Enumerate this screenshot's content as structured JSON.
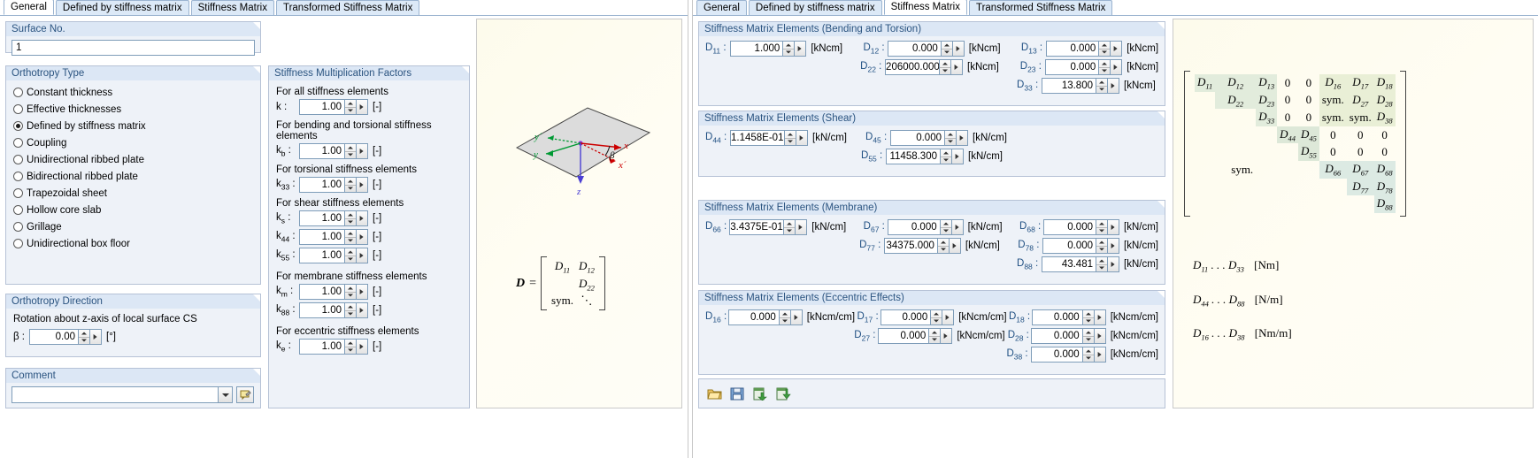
{
  "left": {
    "tabs": [
      {
        "label": "General",
        "active": true
      },
      {
        "label": "Defined by stiffness matrix",
        "active": false
      },
      {
        "label": "Stiffness Matrix",
        "active": false
      },
      {
        "label": "Transformed Stiffness Matrix",
        "active": false
      }
    ],
    "surface_no": {
      "title": "Surface No.",
      "value": "1"
    },
    "orthotropy_type": {
      "title": "Orthotropy Type",
      "options": [
        {
          "label": "Constant thickness",
          "selected": false
        },
        {
          "label": "Effective thicknesses",
          "selected": false
        },
        {
          "label": "Defined by stiffness matrix",
          "selected": true
        },
        {
          "label": "Coupling",
          "selected": false
        },
        {
          "label": "Unidirectional ribbed plate",
          "selected": false
        },
        {
          "label": "Bidirectional ribbed plate",
          "selected": false
        },
        {
          "label": "Trapezoidal sheet",
          "selected": false
        },
        {
          "label": "Hollow core slab",
          "selected": false
        },
        {
          "label": "Grillage",
          "selected": false
        },
        {
          "label": "Unidirectional box floor",
          "selected": false
        }
      ]
    },
    "orthotropy_direction": {
      "title": "Orthotropy Direction",
      "description": "Rotation about z-axis of local surface CS",
      "beta_label": "β :",
      "beta_value": "0.00",
      "beta_unit": "[°]"
    },
    "comment": {
      "title": "Comment",
      "value": "",
      "button_icon": "comment-picker-icon"
    },
    "factors": {
      "title": "Stiffness Multiplication Factors",
      "groups": [
        {
          "caption": "For all stiffness elements",
          "rows": [
            {
              "label": "k :",
              "sub": "",
              "value": "1.00",
              "unit": "[-]"
            }
          ]
        },
        {
          "caption": "For bending and torsional stiffness elements",
          "rows": [
            {
              "label": "k",
              "sub": "b",
              "value": "1.00",
              "unit": "[-]"
            }
          ]
        },
        {
          "caption": "For torsional stiffness elements",
          "rows": [
            {
              "label": "k",
              "sub": "33",
              "value": "1.00",
              "unit": "[-]"
            }
          ]
        },
        {
          "caption": "For shear stiffness elements",
          "rows": [
            {
              "label": "k",
              "sub": "s",
              "value": "1.00",
              "unit": "[-]"
            },
            {
              "label": "k",
              "sub": "44",
              "value": "1.00",
              "unit": "[-]"
            },
            {
              "label": "k",
              "sub": "55",
              "value": "1.00",
              "unit": "[-]"
            }
          ]
        },
        {
          "caption": "For membrane stiffness elements",
          "rows": [
            {
              "label": "k",
              "sub": "m",
              "value": "1.00",
              "unit": "[-]"
            },
            {
              "label": "k",
              "sub": "88",
              "value": "1.00",
              "unit": "[-]"
            }
          ]
        },
        {
          "caption": "For eccentric stiffness elements",
          "rows": [
            {
              "label": "k",
              "sub": "e",
              "value": "1.00",
              "unit": "[-]"
            }
          ]
        }
      ]
    },
    "graphic": {
      "axis_labels": {
        "y_prime": "y´",
        "y": "y",
        "x": "x",
        "x_prime": "x´",
        "z": "z",
        "beta": "β"
      },
      "formula_d": "D",
      "formula_equals": "=",
      "matrix_cells": [
        [
          "D11",
          "D12"
        ],
        [
          "",
          "D22"
        ],
        [
          "sym.",
          "⋱"
        ]
      ]
    }
  },
  "right": {
    "tabs": [
      {
        "label": "General",
        "active": false
      },
      {
        "label": "Defined by stiffness matrix",
        "active": false
      },
      {
        "label": "Stiffness Matrix",
        "active": true
      },
      {
        "label": "Transformed Stiffness Matrix",
        "active": false
      }
    ],
    "sections": [
      {
        "title": "Stiffness Matrix Elements (Bending and Torsion)",
        "fields": [
          {
            "label": "D",
            "sub": "11",
            "value": "1.000",
            "unit": "[kNcm]",
            "col": 0,
            "row": 0
          },
          {
            "label": "D",
            "sub": "12",
            "value": "0.000",
            "unit": "[kNcm]",
            "col": 1,
            "row": 0
          },
          {
            "label": "D",
            "sub": "13",
            "value": "0.000",
            "unit": "[kNcm]",
            "col": 2,
            "row": 0
          },
          {
            "label": "D",
            "sub": "22",
            "value": "206000.000",
            "unit": "[kNcm]",
            "col": 1,
            "row": 1
          },
          {
            "label": "D",
            "sub": "23",
            "value": "0.000",
            "unit": "[kNcm]",
            "col": 2,
            "row": 1
          },
          {
            "label": "D",
            "sub": "33",
            "value": "13.800",
            "unit": "[kNcm]",
            "col": 2,
            "row": 2
          }
        ]
      },
      {
        "title": "Stiffness Matrix Elements (Shear)",
        "fields": [
          {
            "label": "D",
            "sub": "44",
            "value": "1.1458E-01",
            "unit": "[kN/cm]",
            "col": 0,
            "row": 0
          },
          {
            "label": "D",
            "sub": "45",
            "value": "0.000",
            "unit": "[kN/cm]",
            "col": 1,
            "row": 0
          },
          {
            "label": "D",
            "sub": "55",
            "value": "11458.300",
            "unit": "[kN/cm]",
            "col": 1,
            "row": 1
          }
        ]
      },
      {
        "title": "Stiffness Matrix Elements (Membrane)",
        "fields": [
          {
            "label": "D",
            "sub": "66",
            "value": "3.4375E-01",
            "unit": "[kN/cm]",
            "col": 0,
            "row": 0
          },
          {
            "label": "D",
            "sub": "67",
            "value": "0.000",
            "unit": "[kN/cm]",
            "col": 1,
            "row": 0
          },
          {
            "label": "D",
            "sub": "68",
            "value": "0.000",
            "unit": "[kN/cm]",
            "col": 2,
            "row": 0
          },
          {
            "label": "D",
            "sub": "77",
            "value": "34375.000",
            "unit": "[kN/cm]",
            "col": 1,
            "row": 1
          },
          {
            "label": "D",
            "sub": "78",
            "value": "0.000",
            "unit": "[kN/cm]",
            "col": 2,
            "row": 1
          },
          {
            "label": "D",
            "sub": "88",
            "value": "43.481",
            "unit": "[kN/cm]",
            "col": 2,
            "row": 2
          }
        ]
      },
      {
        "title": "Stiffness Matrix Elements (Eccentric Effects)",
        "fields": [
          {
            "label": "D",
            "sub": "16",
            "value": "0.000",
            "unit": "[kNcm/cm]",
            "col": 0,
            "row": 0
          },
          {
            "label": "D",
            "sub": "17",
            "value": "0.000",
            "unit": "[kNcm/cm]",
            "col": 1,
            "row": 0
          },
          {
            "label": "D",
            "sub": "18",
            "value": "0.000",
            "unit": "[kNcm/cm]",
            "col": 2,
            "row": 0
          },
          {
            "label": "D",
            "sub": "27",
            "value": "0.000",
            "unit": "[kNcm/cm]",
            "col": 1,
            "row": 1
          },
          {
            "label": "D",
            "sub": "28",
            "value": "0.000",
            "unit": "[kNcm/cm]",
            "col": 2,
            "row": 1
          },
          {
            "label": "D",
            "sub": "38",
            "value": "0.000",
            "unit": "[kNcm/cm]",
            "col": 2,
            "row": 2
          }
        ]
      }
    ],
    "toolbar": [
      {
        "name": "open-file-icon",
        "title": "Open"
      },
      {
        "name": "save-file-icon",
        "title": "Save"
      },
      {
        "name": "import-excel-icon",
        "title": "Import"
      },
      {
        "name": "export-excel-icon",
        "title": "Export"
      }
    ],
    "matrix_panel": {
      "rows": [
        [
          "D11",
          "D12",
          "D13",
          "0",
          "0",
          "D16",
          "D17",
          "D18"
        ],
        [
          "",
          "D22",
          "D23",
          "0",
          "0",
          "sym.",
          "D27",
          "D28"
        ],
        [
          "",
          "",
          "D33",
          "0",
          "0",
          "sym.",
          "sym.",
          "D38"
        ],
        [
          "",
          "",
          "",
          "D44",
          "D45",
          "0",
          "0",
          "0"
        ],
        [
          "",
          "",
          "",
          "",
          "D55",
          "0",
          "0",
          "0"
        ],
        [
          "",
          "sym.",
          "",
          "",
          "",
          "D66",
          "D67",
          "D68"
        ],
        [
          "",
          "",
          "",
          "",
          "",
          "",
          "D77",
          "D78"
        ],
        [
          "",
          "",
          "",
          "",
          "",
          "",
          "",
          "D88"
        ]
      ],
      "legend": [
        {
          "range": "D11 . . . D33",
          "unit": "[Nm]"
        },
        {
          "range": "D44 . . . D88",
          "unit": "[N/m]"
        },
        {
          "range": "D16 . . . D38",
          "unit": "[Nm/m]"
        }
      ]
    }
  },
  "colors": {
    "group_title_bg": "#dce7f5",
    "group_title_fg": "#2b5480",
    "group_bg": "#eef2f8",
    "graphic_bg": "#fdfbec",
    "block_bending": "#e2ecdc",
    "block_shear": "#dde8d8",
    "block_membrane": "#dcebe4",
    "block_eccentric": "#e8efd4",
    "axis_x": "#cc0000",
    "axis_y": "#009933",
    "axis_z": "#4b3fd4"
  }
}
